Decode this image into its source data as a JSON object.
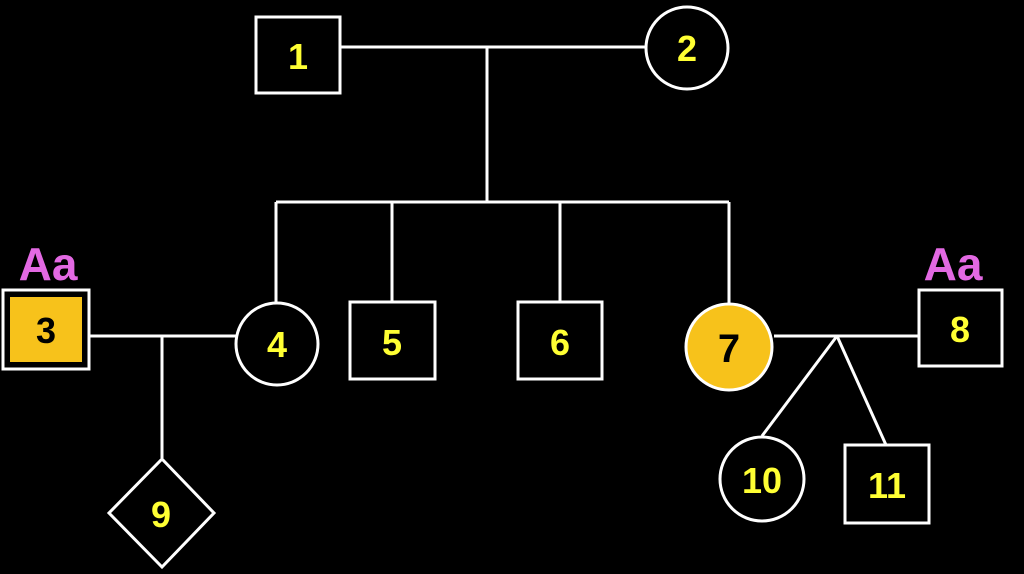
{
  "colors": {
    "background": "#000000",
    "line": "#ffffff",
    "label": "#ffff33",
    "affected_fill": "#f7c21b",
    "affected_label": "#000000",
    "genotype": "#e369e3"
  },
  "individuals": {
    "n1": {
      "label": "1",
      "shape": "square",
      "affected": false
    },
    "n2": {
      "label": "2",
      "shape": "circle",
      "affected": false
    },
    "n3": {
      "label": "3",
      "shape": "square",
      "affected": true,
      "genotype": "Aa"
    },
    "n4": {
      "label": "4",
      "shape": "circle",
      "affected": false
    },
    "n5": {
      "label": "5",
      "shape": "square",
      "affected": false
    },
    "n6": {
      "label": "6",
      "shape": "square",
      "affected": false
    },
    "n7": {
      "label": "7",
      "shape": "circle",
      "affected": true
    },
    "n8": {
      "label": "8",
      "shape": "square",
      "affected": false,
      "genotype": "Aa"
    },
    "n9": {
      "label": "9",
      "shape": "diamond",
      "affected": false
    },
    "n10": {
      "label": "10",
      "shape": "circle",
      "affected": false
    },
    "n11": {
      "label": "11",
      "shape": "square",
      "affected": false
    }
  },
  "relationships": [
    {
      "type": "mating",
      "between": [
        "1",
        "2"
      ],
      "children": [
        "4",
        "5",
        "6",
        "7"
      ]
    },
    {
      "type": "mating",
      "between": [
        "3",
        "4"
      ],
      "children": [
        "9"
      ]
    },
    {
      "type": "mating",
      "between": [
        "7",
        "8"
      ],
      "children": [
        "10",
        "11"
      ]
    }
  ]
}
